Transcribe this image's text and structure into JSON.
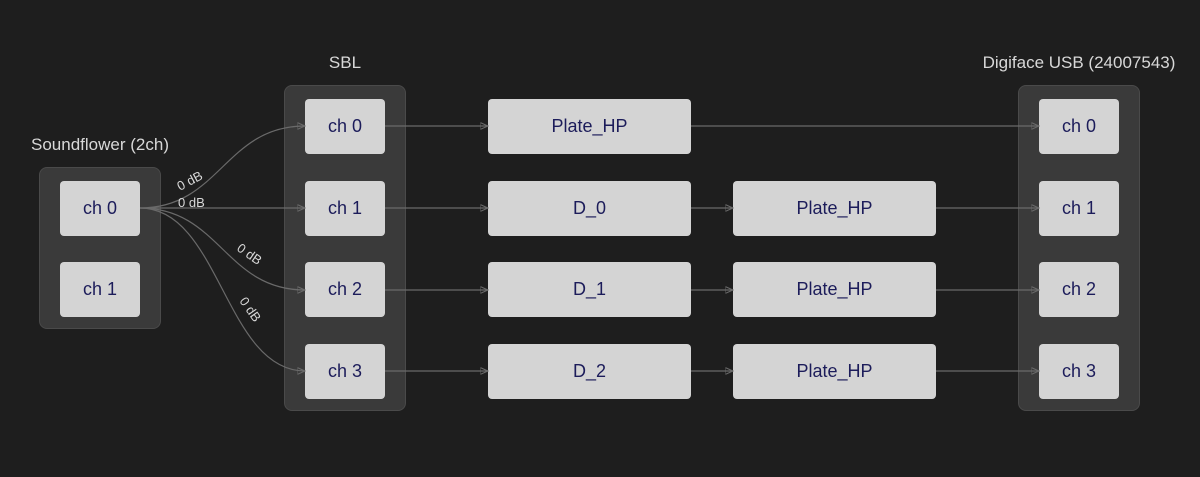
{
  "groups": {
    "soundflower": {
      "title": "Soundflower (2ch)",
      "channels": [
        "ch 0",
        "ch 1"
      ]
    },
    "sbl": {
      "title": "SBL",
      "channels": [
        "ch 0",
        "ch 1",
        "ch 2",
        "ch 3"
      ]
    },
    "digiface": {
      "title": "Digiface USB (24007543)",
      "channels": [
        "ch 0",
        "ch 1",
        "ch 2",
        "ch 3"
      ]
    }
  },
  "processors": {
    "row0": [
      "Plate_HP"
    ],
    "row1": [
      "D_0",
      "Plate_HP"
    ],
    "row2": [
      "D_1",
      "Plate_HP"
    ],
    "row3": [
      "D_2",
      "Plate_HP"
    ]
  },
  "gains": [
    "0 dB",
    "0 dB",
    "0 dB",
    "0 dB"
  ],
  "colors": {
    "background": "#1e1e1e",
    "group": "#3a3a3a",
    "node": "#d4d4d4",
    "node_text": "#1c1c5a",
    "edge": "#6a6a6a"
  }
}
